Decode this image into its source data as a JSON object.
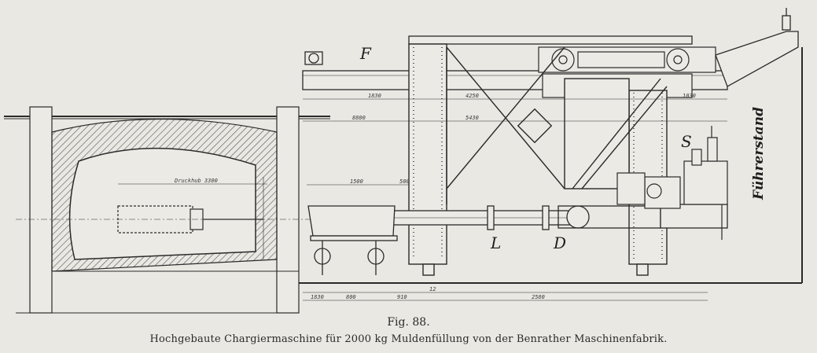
{
  "figure": {
    "number": "Fig. 88.",
    "caption": "Hochgebaute Chargiermaschine für 2000 kg Muldenfüllung von der Benrather Maschinenfabrik."
  },
  "labels": {
    "F": "F",
    "S": "S",
    "L": "L",
    "D": "D",
    "fuehrerstand": "Führerstand"
  },
  "dimensions": {
    "d1": "1830",
    "d2": "4250",
    "d3": "1030",
    "d4": "8800",
    "d5": "5430",
    "d6": "Druckhub 3300",
    "d7": "1500",
    "d8": "500",
    "d9": "1830",
    "d10": "800",
    "d11": "910",
    "d12": "2580",
    "d13": "12"
  },
  "colors": {
    "paper": "#e9e8e2",
    "ink": "#2a2a2a"
  }
}
